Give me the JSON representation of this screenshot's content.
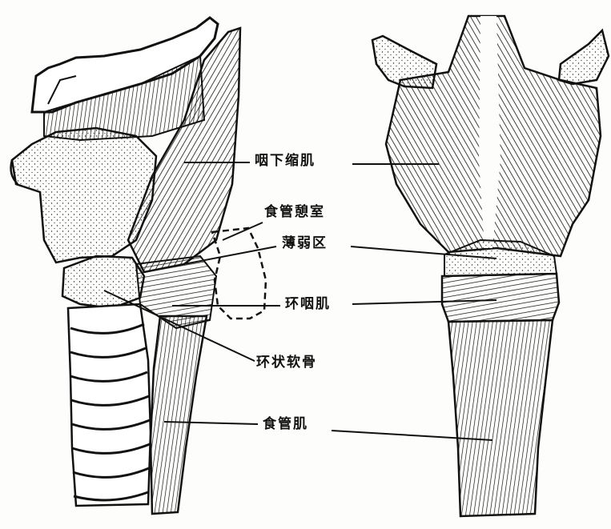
{
  "labels": {
    "inferior_constrictor": "咽下缩肌",
    "esophageal_diverticulum": "食管憩室",
    "weak_area": "薄弱区",
    "cricopharyngeus": "环咽肌",
    "cricoid_cartilage": "环状软骨",
    "esophageal_muscle": "食管肌"
  },
  "colors": {
    "ink": "#111111",
    "paper": "#fdfdfb"
  }
}
